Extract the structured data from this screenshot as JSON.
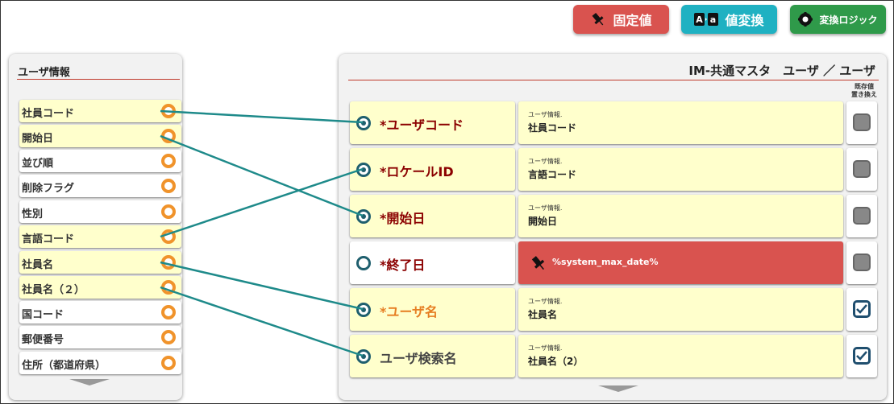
{
  "toolbar": {
    "fixed_label": "固定値",
    "convert_label": "値変換",
    "convert_icon_left": "A",
    "convert_icon_right": "a",
    "logic_label": "変換ロジック"
  },
  "left_panel": {
    "title": "ユーザ情報",
    "items": [
      {
        "label": "社員コード"
      },
      {
        "label": "開始日"
      },
      {
        "label": "並び順"
      },
      {
        "label": "削除フラグ"
      },
      {
        "label": "性別"
      },
      {
        "label": "言語コード"
      },
      {
        "label": "社員名"
      },
      {
        "label": "社員名（２）"
      },
      {
        "label": "国コード"
      },
      {
        "label": "郵便番号"
      },
      {
        "label": "住所（都道府県）"
      }
    ]
  },
  "right_panel": {
    "title": "IM-共通マスタ　ユーザ ／ ユーザ",
    "replace_header_line1": "既存値",
    "replace_header_line2": "置き換え",
    "rows": [
      {
        "name": "*ユーザコード",
        "category": "ユーザ情報.",
        "field": "社員コード"
      },
      {
        "name": "*ロケールID",
        "category": "ユーザ情報.",
        "field": "言語コード"
      },
      {
        "name": "*開始日",
        "category": "ユーザ情報.",
        "field": "開始日"
      },
      {
        "name": "*終了日",
        "fixed_value": "%system_max_date%"
      },
      {
        "name": "*ユーザ名",
        "category": "ユーザ情報.",
        "field": "社員名"
      },
      {
        "name": "ユーザ検索名",
        "category": "ユーザ情報.",
        "field": "社員名（2）"
      }
    ]
  },
  "colors": {
    "fixed": "#d9534f",
    "convert": "#1fb1c2",
    "logic": "#2f9a4a",
    "link_line": "#1e8a8a",
    "source_ring": "#f0932b"
  }
}
